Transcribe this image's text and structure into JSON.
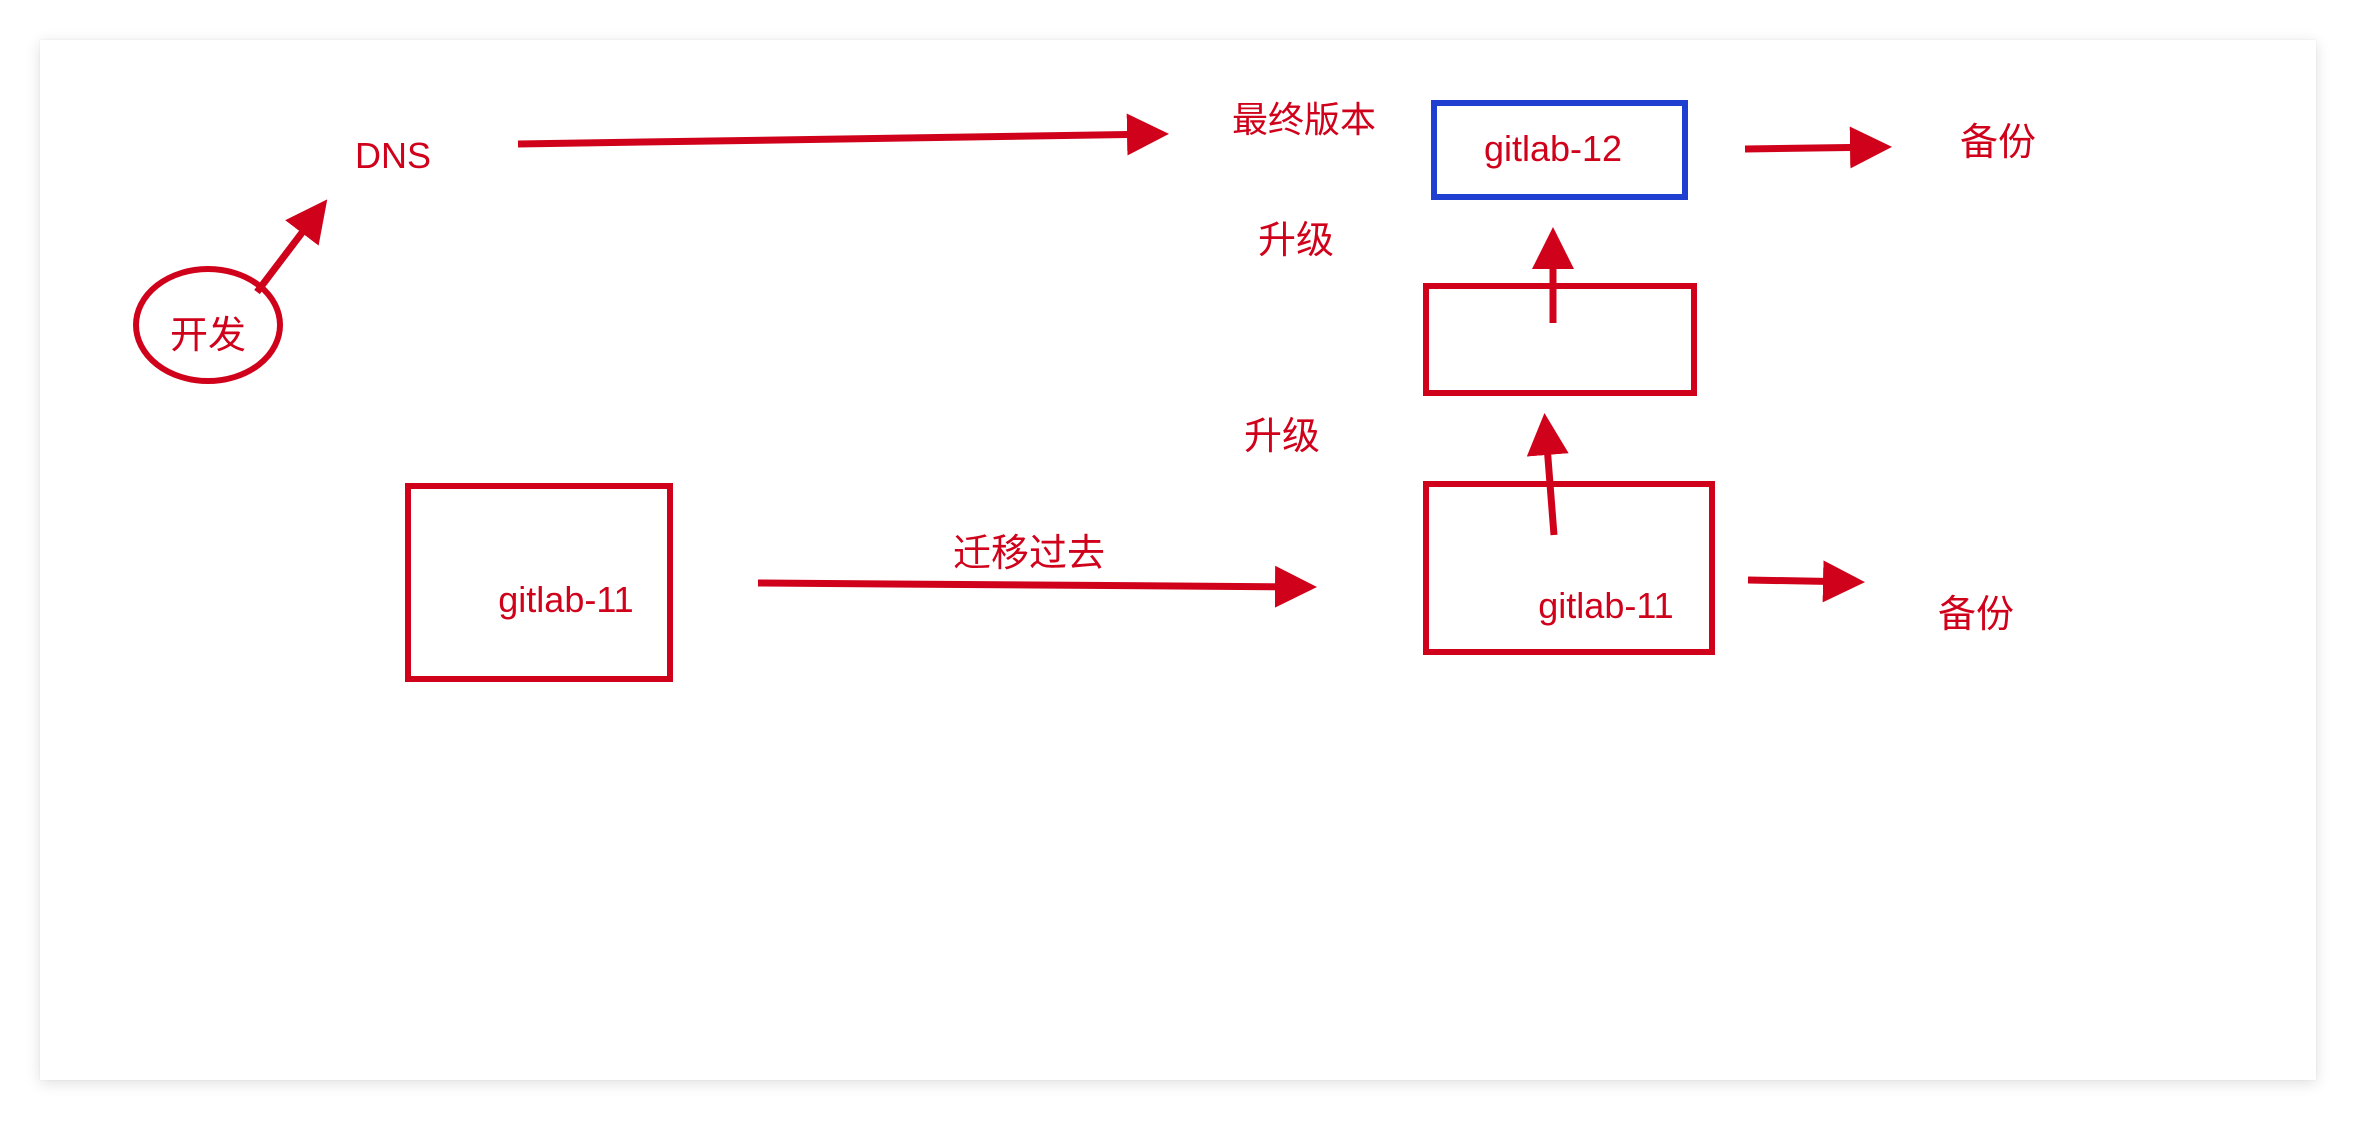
{
  "diagram": {
    "colors": {
      "stroke": "#D0021B",
      "text": "#D0021B",
      "final_box": "#1F3FD1",
      "background": "#FFFFFF"
    },
    "nodes": {
      "dev": {
        "label": "开发"
      },
      "dns": {
        "label": "DNS"
      },
      "old_server": {
        "label": "gitlab-11"
      },
      "new_server": {
        "label": "gitlab-11"
      },
      "intermediate": {
        "label": ""
      },
      "final_server": {
        "label": "gitlab-12"
      },
      "final_version_tag": {
        "label": "最终版本"
      }
    },
    "edge_labels": {
      "migrate": "迁移过去",
      "upgrade_lower": "升级",
      "upgrade_upper": "升级",
      "backup_top": "备份",
      "backup_bottom": "备份"
    }
  }
}
